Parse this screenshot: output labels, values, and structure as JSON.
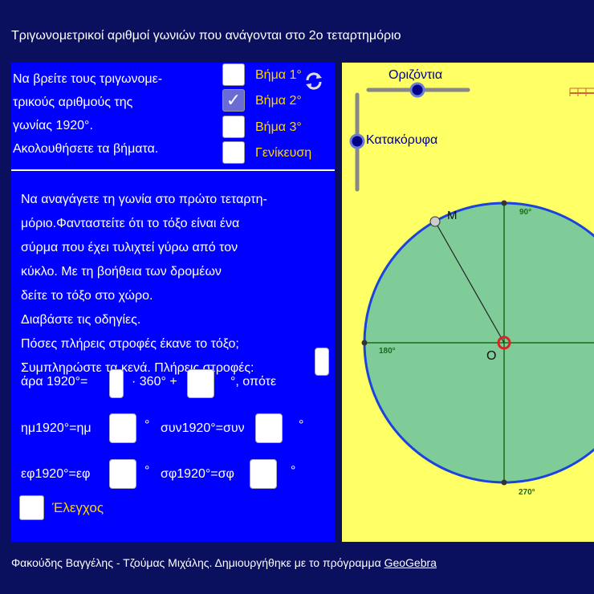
{
  "title": "Τριγωνομετρικοί αριθμοί γωνιών που ανάγονται στο 2ο τεταρτημόριο",
  "task": {
    "lines": [
      "Να βρείτε τους τριγωνομε-",
      "τρικούς αριθμούς της",
      "γωνίας 1920°.",
      "Ακολουθήσετε τα βήματα."
    ]
  },
  "steps": [
    {
      "label": "Βήμα 1°",
      "checked": false
    },
    {
      "label": "Βήμα 2°",
      "checked": true
    },
    {
      "label": "Βήμα 3°",
      "checked": false
    },
    {
      "label": "Γενίκευση",
      "checked": false
    }
  ],
  "reset_icon": "refresh-icon",
  "instructions": [
    "Να αναγάγετε τη γωνία στο πρώτο τεταρτη-",
    "μόριο.Φανταστείτε ότι το τόξο είναι ένα",
    "σύρμα που έχει τυλιχτεί γύρω από τον",
    "κύκλο. Με τη βοήθεια των δρομέων",
    "δείτε το τόξο στο χώρο.",
    "Διαβάστε τις οδηγίες.",
    "Πόσες πλήρεις στροφές έκανε το τόξο;",
    "Συμπληρώστε τα κενά. Πλήρεις στροφές:"
  ],
  "equation": {
    "part1": "άρα 1920°=",
    "part2": "· 360° +",
    "part3": "°, οπότε"
  },
  "sin_line": {
    "left": "ημ1920°=ημ",
    "deg": "°",
    "right": "συν1920°=συν",
    "deg2": "°"
  },
  "tan_line": {
    "left": "εφ1920°=εφ",
    "deg": "°",
    "right": "σφ1920°=σφ",
    "deg2": "°"
  },
  "check_label": "Έλεγχος",
  "graph": {
    "slider_horizontal": "Οριζόντια",
    "slider_vertical": "Κατακόρυφα",
    "point_m": "M",
    "point_o": "O",
    "angle_top": "90°",
    "angle_left": "180°",
    "angle_bottom": "270°",
    "colors": {
      "background": "#ffff66",
      "circle_fill": "#80cc99",
      "circle_stroke": "#1a44dd"
    }
  },
  "footer": {
    "text": "Φακούδης Βαγγέλης - Τζούμας Μιχάλης. Δημιουργήθηκε με το πρόγραμμα ",
    "link": "GeoGebra"
  }
}
